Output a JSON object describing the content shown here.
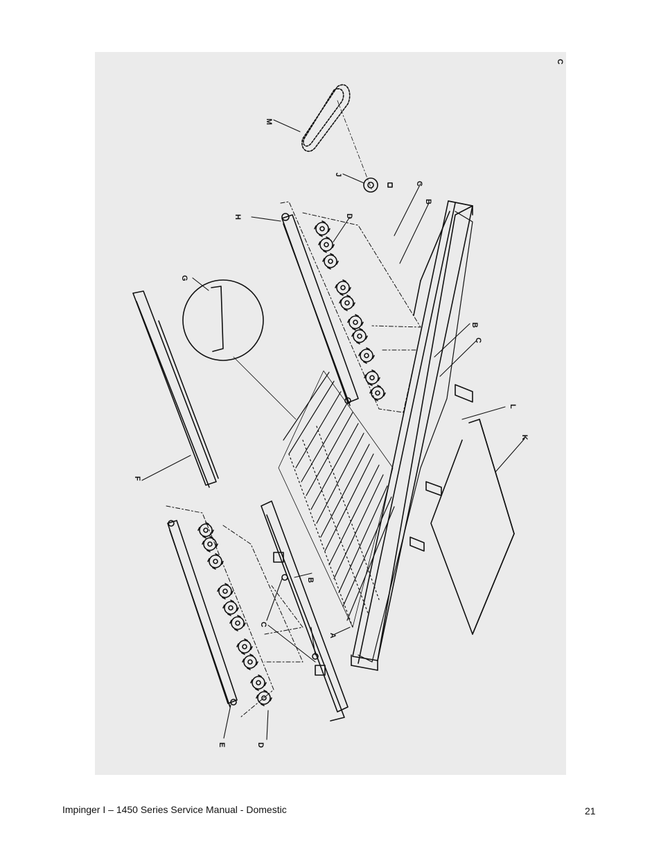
{
  "figure": {
    "callouts": {
      "A": "A",
      "B1": "B",
      "B2": "B",
      "B3": "B",
      "C1": "C",
      "C2": "C",
      "C3": "C",
      "C4": "C",
      "D1": "D",
      "D2": "D",
      "E": "E",
      "F": "F",
      "G": "G",
      "H": "H",
      "J": "J",
      "K": "K",
      "L": "L",
      "M": "M"
    }
  },
  "footer": {
    "title": "Impinger I – 1450 Series Service Manual - Domestic",
    "page_number": "21"
  }
}
